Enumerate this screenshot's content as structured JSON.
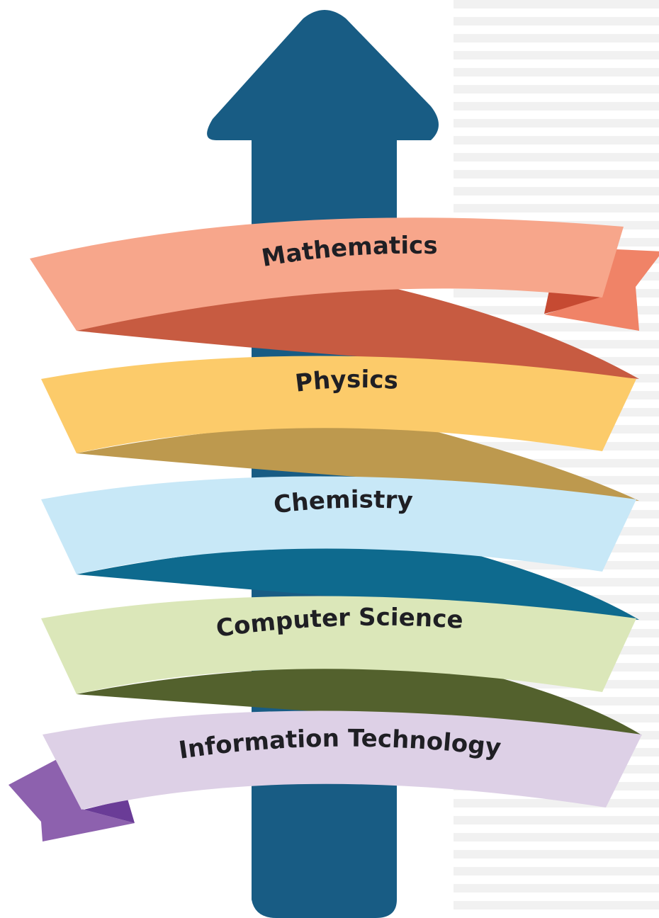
{
  "ribbons": [
    {
      "label": "Mathematics",
      "face_color": "#F7A68B",
      "fold_color": "#C75B41",
      "flap_color": "#F08367",
      "flap_shadow": "#C64A32"
    },
    {
      "label": "Physics",
      "face_color": "#FCCB6A",
      "fold_color": "#BD994E"
    },
    {
      "label": "Chemistry",
      "face_color": "#C8E8F7",
      "fold_color": "#0E6A8E"
    },
    {
      "label": "Computer Science",
      "face_color": "#DBE7B9",
      "fold_color": "#53612D"
    },
    {
      "label": "Information Technology",
      "face_color": "#DDD0E6",
      "fold_color": "#55612E",
      "flap_color": "#8D61AE",
      "flap_shadow": "#6A3C97"
    }
  ],
  "arrow": {
    "color": "#185C84"
  },
  "background": {
    "stripe_color": "#F1F1F1"
  }
}
